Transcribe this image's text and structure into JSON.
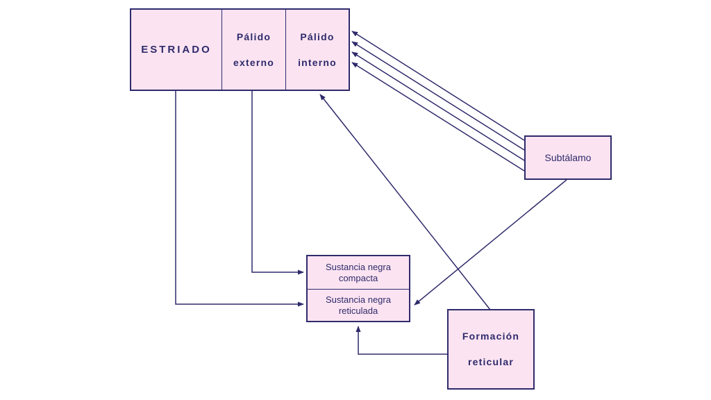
{
  "nodes": {
    "estriado": "ESTRIADO",
    "palido_externo": [
      "Pálido",
      "externo"
    ],
    "palido_interno": [
      "Pálido",
      "interno"
    ],
    "subtalamo": "Subtálamo",
    "sn_compacta": [
      "Sustancia negra",
      "compacta"
    ],
    "sn_reticulada": [
      "Sustancia negra",
      "reticulada"
    ],
    "formacion_reticular": [
      "Formación",
      "reticular"
    ]
  },
  "colors": {
    "fill": "#fbe3f1",
    "stroke": "#2e2a6b"
  }
}
